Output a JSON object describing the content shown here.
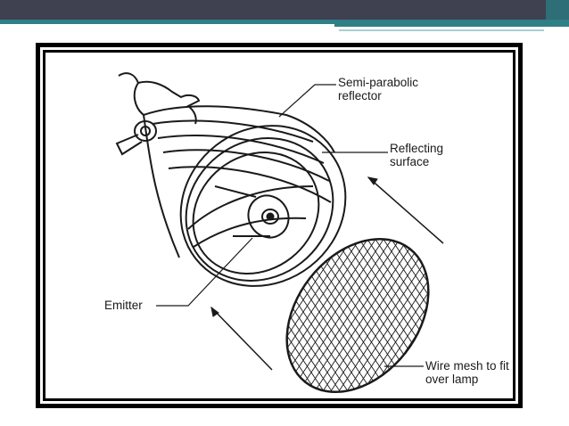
{
  "colors": {
    "top_bar_dark": "#3f4150",
    "top_bar_accent": "#2f7f86",
    "top_bar_light": "#a9cfd3",
    "frame": "#000000",
    "ink": "#1a1a1a"
  },
  "diagram": {
    "labels": {
      "semi_parabolic_reflector_line1": "Semi-parabolic",
      "semi_parabolic_reflector_line2": "reflector",
      "reflecting_surface_line1": "Reflecting",
      "reflecting_surface_line2": "surface",
      "emitter": "Emitter",
      "wire_mesh_line1": "Wire mesh to fit",
      "wire_mesh_line2": "over lamp"
    }
  }
}
